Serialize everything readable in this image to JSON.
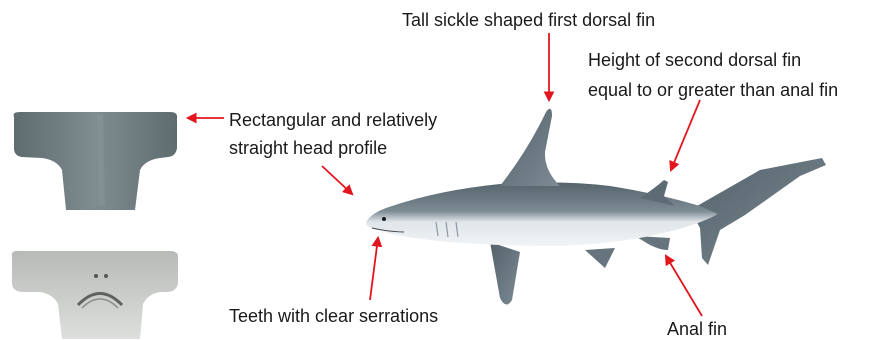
{
  "annotations": {
    "first_dorsal": "Tall sickle shaped first dorsal fin",
    "second_dorsal_line1": "Height of second dorsal fin",
    "second_dorsal_line2": "equal to or greater than anal fin",
    "head_profile_line1": "Rectangular and relatively",
    "head_profile_line2": "straight head profile",
    "teeth": "Teeth with clear serrations",
    "anal_fin": "Anal fin"
  },
  "colors": {
    "arrow": "#e3161f",
    "shark_back": "#5f6f78",
    "shark_belly": "#e9eef2",
    "head_dorsal": "#6c7b7f",
    "head_ventral": "#c9ccc8"
  }
}
